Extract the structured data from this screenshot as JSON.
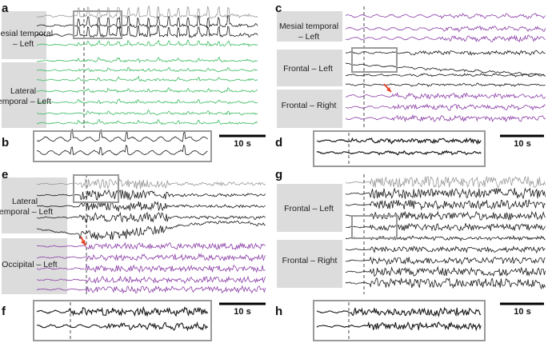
{
  "figure": {
    "panels": [
      {
        "letter": "a",
        "regions": [
          {
            "label_lines": [
              "Mesial temporal",
              "– Left"
            ]
          },
          {
            "label_lines": [
              "Lateral",
              "temporal – Left"
            ]
          }
        ]
      },
      {
        "letter": "b",
        "scale_bar_label": "10 s"
      },
      {
        "letter": "c",
        "regions": [
          {
            "label_lines": [
              "Mesial temporal",
              "– Left"
            ]
          },
          {
            "label_lines": [
              "Frontal – Left"
            ]
          },
          {
            "label_lines": [
              "Frontal – Right"
            ]
          }
        ]
      },
      {
        "letter": "d",
        "scale_bar_label": "10 s"
      },
      {
        "letter": "e",
        "regions": [
          {
            "label_lines": [
              "Lateral",
              "temporal – Left"
            ]
          },
          {
            "label_lines": [
              "Occipital – Left"
            ]
          }
        ]
      },
      {
        "letter": "f",
        "scale_bar_label": "10 s"
      },
      {
        "letter": "g",
        "regions": [
          {
            "label_lines": [
              "Frontal – Left"
            ]
          },
          {
            "label_lines": [
              "Frontal – Right"
            ]
          }
        ]
      },
      {
        "letter": "h",
        "scale_bar_label": "10 s"
      }
    ],
    "colors": {
      "trace_black": "#1a1a1a",
      "trace_green": "#3dbb63",
      "trace_purple": "#8b3fa6",
      "trace_grey": "#9a9a9a",
      "label_bg": "#dcdcdc",
      "inset_box": "#9a9a9a",
      "arrow_red": "#e8442a"
    }
  }
}
